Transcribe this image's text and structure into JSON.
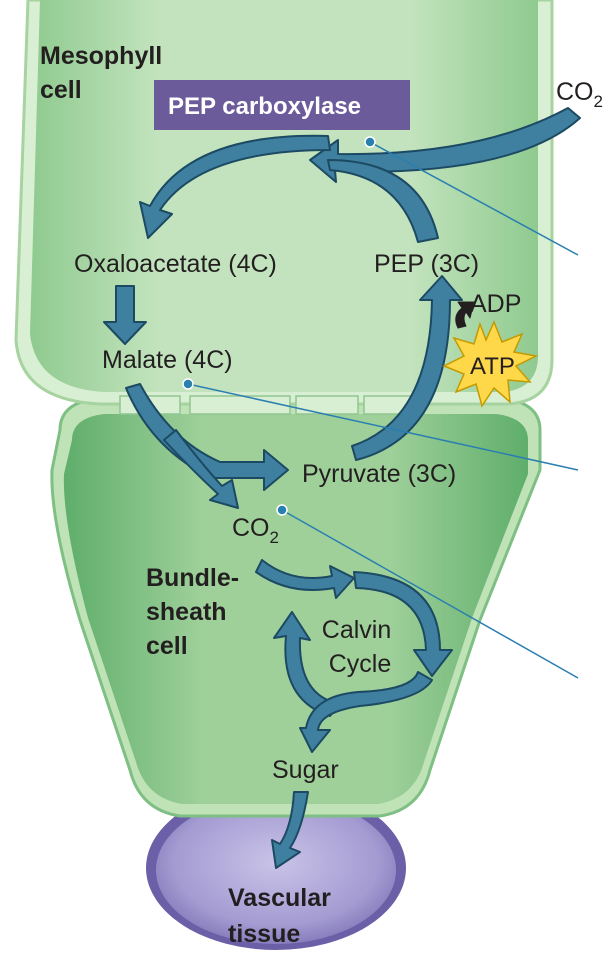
{
  "cells": {
    "mesophyll": [
      "Mesophyll",
      "cell"
    ],
    "bundle_sheath": [
      "Bundle-",
      "sheath",
      "cell"
    ],
    "vascular": [
      "Vascular",
      "tissue"
    ]
  },
  "enzyme": "PEP carboxylase",
  "molecules": {
    "co2_in": "CO",
    "co2_in_sub": "2",
    "oxaloacetate": "Oxaloacetate (4C)",
    "pep": "PEP (3C)",
    "adp": "ADP",
    "atp": "ATP",
    "malate": "Malate (4C)",
    "pyruvate": "Pyruvate (3C)",
    "co2_bundle": "CO",
    "co2_bundle_sub": "2",
    "calvin": [
      "Calvin",
      "Cycle"
    ],
    "sugar": "Sugar"
  },
  "colors": {
    "cell_fill": "#a9d8a5",
    "cell_stroke": "#6fb57a",
    "arrow_fill": "#3f7fa0",
    "arrow_stroke": "#1d4a63",
    "enzyme_box": "#6b5b9a",
    "atp_star": "#ffd84a",
    "vascular_fill": "#8f86bf",
    "leader_line": "#2a7fb0"
  }
}
